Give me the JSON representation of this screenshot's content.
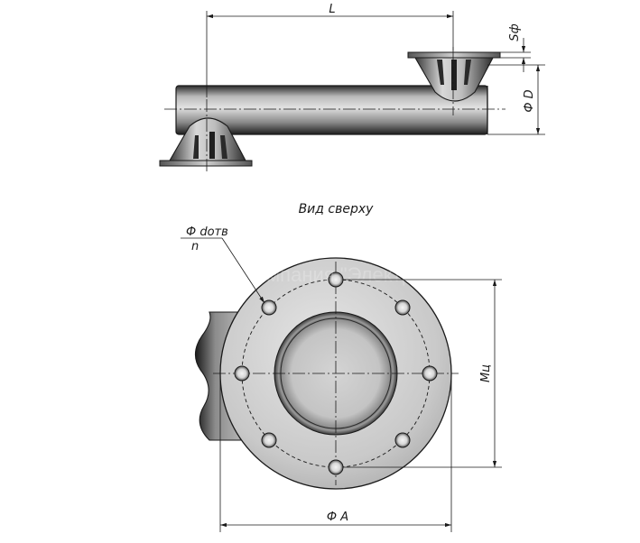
{
  "labels": {
    "length": "L",
    "wall_thickness": "Sф",
    "pipe_diameter": "Ф D",
    "view_caption": "Вид сверху",
    "hole_diameter": "Ф dотв",
    "hole_count": "n",
    "bolt_circle": "Мц",
    "flange_diameter": "Ф А"
  },
  "watermark": "Компания \"Электро..."
}
